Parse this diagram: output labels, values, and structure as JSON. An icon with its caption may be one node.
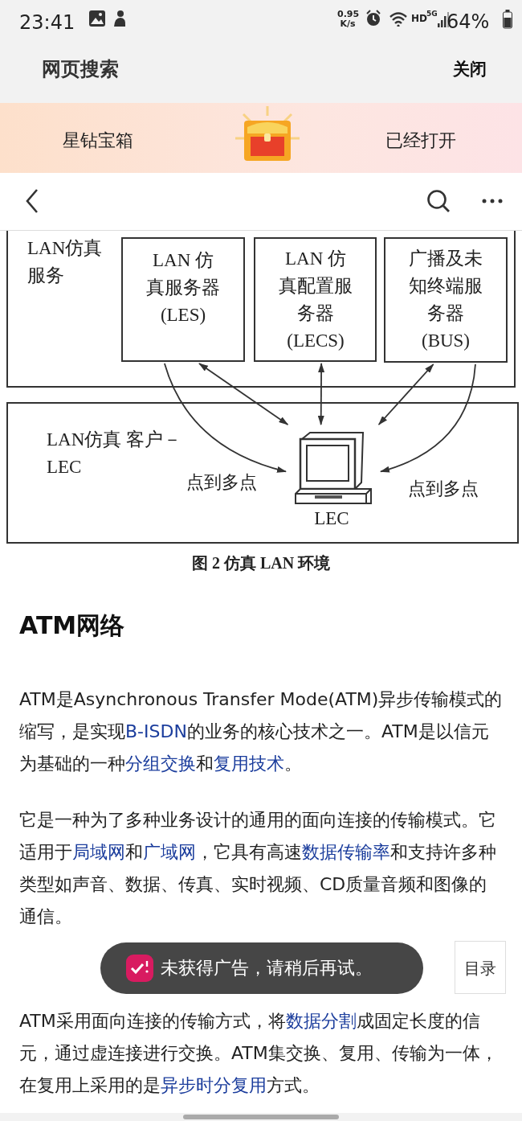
{
  "diagram": {
    "caption": "图 2  仿真 LAN 环境",
    "nodes": [
      {
        "text": [
          "LAN仿真服务"
        ]
      },
      {
        "text": [
          "LAN 仿真服务器 (LES)"
        ],
        "in": 0
      },
      {
        "text": [
          "LAN 仿真配置服务器 (LECS)"
        ],
        "in": 0
      },
      {
        "text": [
          "广播及未知终端服务器 (BUS)"
        ],
        "in": 0
      },
      {
        "text": [
          "LAN仿真 客户－LEC"
        ]
      },
      {
        "text": [
          "LEC"
        ],
        "in": 4
      }
    ],
    "edges": [
      {
        "from": 1,
        "to": 5,
        "arrow": "to",
        "label": "点到多点"
      },
      {
        "from": 1,
        "to": 5,
        "arrow": "both"
      },
      {
        "from": 2,
        "to": 5,
        "arrow": "both"
      },
      {
        "from": 3,
        "to": 5,
        "arrow": "both"
      },
      {
        "from": 3,
        "to": 5,
        "arrow": "to",
        "label": "点到多点"
      }
    ],
    "labels": [
      "23:41",
      "0.95 K/s",
      "HD",
      "5G",
      "64%",
      "网页搜索",
      "关闭",
      "星钻宝箱",
      "已经打开",
      "ATM网络",
      "ATM是Asynchronous Transfer Mode(ATM)异步传输模式的缩写，是实现**B-ISDN**的业务的核心技术之一。ATM是以信元为基础的一种**分组交换**和**复用技术**。",
      "它是一种为了多种业务设计的通用的面向连接的传输模式。它适用于**局域网**和**广域网**，它具有高速**数据传输率**和支持许多种类型如声音、数据、传真、实时视频、CD质量音频和图像的通信。",
      "ATM采用面向连接的传输方式，将**数据分割**成固定长度的信元，通过虚连接进行交换。ATM集交换、复用、传输为一体，在复用上采用的是**异步时分复用**方式。",
      "未获得广告，请稍后再试。",
      "目录"
    ]
  }
}
